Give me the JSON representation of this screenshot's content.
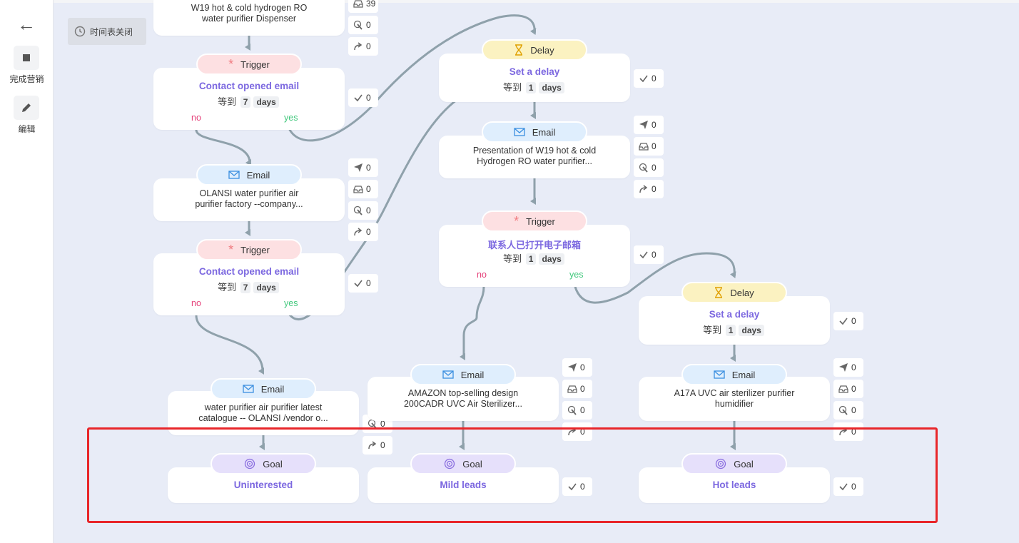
{
  "sidebar": {
    "back_icon": "arrow-left-icon",
    "finish_label": "完成营销",
    "edit_label": "编辑"
  },
  "toolbar": {
    "schedule_label": "时间表关闭"
  },
  "nodes": {
    "email_top": {
      "desc_line1": "W19 hot & cold hydrogen RO",
      "desc_line2": "water purifier Dispenser"
    },
    "trigger_a": {
      "type": "Trigger",
      "title": "Contact opened email",
      "wait_prefix": "等到",
      "wait_value": "7",
      "wait_unit": "days",
      "no": "no",
      "yes": "yes"
    },
    "email_b": {
      "type": "Email",
      "desc_line1": "OLANSI water purifier air",
      "desc_line2": "purifier factory --company..."
    },
    "trigger_b": {
      "type": "Trigger",
      "title": "Contact opened email",
      "wait_prefix": "等到",
      "wait_value": "7",
      "wait_unit": "days",
      "no": "no",
      "yes": "yes"
    },
    "email_c": {
      "type": "Email",
      "desc_line1": "water purifier air purifier latest",
      "desc_line2": "catalogue -- OLANSI /vendor o..."
    },
    "goal_a": {
      "type": "Goal",
      "title": "Uninterested"
    },
    "delay_a": {
      "type": "Delay",
      "title": "Set a delay",
      "wait_prefix": "等到",
      "wait_value": "1",
      "wait_unit": "days"
    },
    "email_d": {
      "type": "Email",
      "desc_line1": "Presentation of W19 hot & cold",
      "desc_line2": "Hydrogen RO water purifier..."
    },
    "trigger_c": {
      "type": "Trigger",
      "title": "联系人已打开电子邮箱",
      "wait_prefix": "等到",
      "wait_value": "1",
      "wait_unit": "days",
      "no": "no",
      "yes": "yes"
    },
    "email_e": {
      "type": "Email",
      "desc_line1": "AMAZON top-selling design",
      "desc_line2": "200CADR UVC Air Sterilizer..."
    },
    "goal_b": {
      "type": "Goal",
      "title": "Mild leads"
    },
    "delay_b": {
      "type": "Delay",
      "title": "Set a delay",
      "wait_prefix": "等到",
      "wait_value": "1",
      "wait_unit": "days"
    },
    "email_f": {
      "type": "Email",
      "desc_line1": "A17A UVC air sterilizer purifier",
      "desc_line2": "humidifier"
    },
    "goal_c": {
      "type": "Goal",
      "title": "Hot leads"
    }
  },
  "stats": {
    "top_open_partial": "39",
    "top_click": "0",
    "top_forward": "0",
    "trigger_a_done": "0",
    "email_b_sent": "0",
    "email_b_opened": "0",
    "email_b_click": "0",
    "email_b_forward": "0",
    "trigger_b_done": "0",
    "email_c_click": "0",
    "email_c_forward": "0",
    "delay_a_done": "0",
    "email_d_sent": "0",
    "email_d_opened": "0",
    "email_d_click": "0",
    "email_d_forward": "0",
    "trigger_c_done": "0",
    "email_e_sent": "0",
    "email_e_opened": "0",
    "email_e_click": "0",
    "email_e_forward": "0",
    "goal_b_done": "0",
    "delay_b_done": "0",
    "email_f_sent": "0",
    "email_f_opened": "0",
    "email_f_click": "0",
    "email_f_forward": "0",
    "goal_c_done": "0"
  },
  "colors": {
    "canvas_bg": "#e8ecf7",
    "connector": "#8fa1ab",
    "title_purple": "#7c68e0",
    "no_red": "#e5427a",
    "yes_green": "#41c87c",
    "highlight": "#e8262a"
  }
}
